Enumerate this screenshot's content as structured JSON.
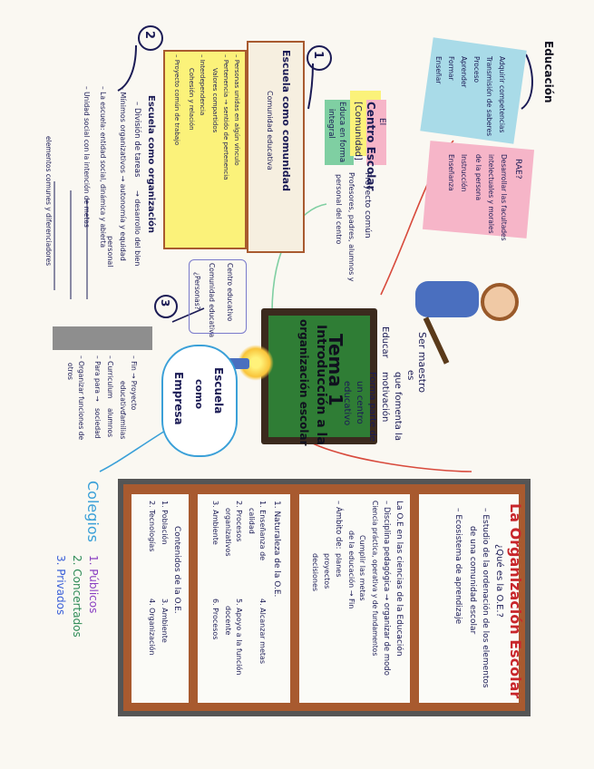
{
  "colors": {
    "board_green": "#2f7d35",
    "board_frame": "#3b2a1e",
    "shelf_wood": "#a85a2f",
    "shelf_panel": "#fbfbf7",
    "pink_note": "#f6b5c8",
    "blue_note": "#a9dbe8",
    "yellow_note": "#fbf27a",
    "green_arrow": "#7fcfa2",
    "ink": "#1b1b55",
    "red_arrow": "#d84a3c",
    "title_red": "#c8262b"
  },
  "title": {
    "line1": "Tema 1",
    "line2": "Introducción a la",
    "line3": "organización escolar"
  },
  "org": {
    "title": "La Organización Escolar",
    "q": "¿Qué es la O.E.?",
    "q1": "– Estudio de la ordenación de los elementos",
    "q2": "de una comunidad escolar",
    "q3": "– Ecosistema de aprendizaje",
    "p1": "La O.E en las ciencias de la Educación",
    "p2": "– Disciplina pedagógica → organizar de modo",
    "p3": "Ciencia práctica, operativa y de fundamentos",
    "p4": "Cumplir las metas",
    "p5": "de la educación → Fin",
    "p6": "– Ámbito de:",
    "p7a": "planes",
    "p7b": "proyectos",
    "p7c": "decisiones",
    "n1": "1. Naturaleza de la O.E.",
    "n2": "1. Enseñanza de",
    "n3": "calidad",
    "n4": "2. Procesos",
    "n5": "organizativos",
    "n6": "3. Ambiente",
    "n7": "4. Alcanzar metas",
    "n8": "5. Apoyo a la función",
    "n9": "docente",
    "n10": "6. Procesos",
    "c0": "Contenidos de la O.E.",
    "c1": "1. Población",
    "c2": "2. Tecnologías",
    "c3": "3. Ambiente",
    "c4": "4. Organización"
  },
  "colegios": {
    "label": "Colegios",
    "a": "1. Públicos",
    "b": "2. Concertados",
    "c": "3. Privados"
  },
  "educacion": {
    "label": "Educación",
    "blue1": "Adquirir competencias",
    "blue2": "Transmisión de saberes",
    "blue3": "Proceso",
    "blue4": "Aprender",
    "blue5": "Formar",
    "blue6": "Enseñar",
    "pink_q": "RAE?",
    "pink1": "Desarrollar las facultades",
    "pink2": "intelectuales y morales",
    "pink3": "de la persona",
    "pink4": "Instrucción",
    "pink5": "Enseñanza"
  },
  "maestro": {
    "l1": "Ser maestro",
    "l2": "es",
    "l3": "que fomenta la",
    "l4": "motivación",
    "l5": "Educar",
    "l6": "Forma parte de",
    "l7": "un centro",
    "l8": "educativo"
  },
  "centro": {
    "num": "1",
    "title1": "Centro Escolar",
    "title2": "El",
    "l1": "[Comunidad]",
    "l2": "Educa en forma",
    "l3": "integral",
    "l4": "Proyecto común",
    "l5": "Profesores, padres, alumnos y",
    "l6": "personal del centro"
  },
  "escuela": {
    "num": "2",
    "title": "Escuela como comunidad",
    "roof": "Comunidad educativa",
    "y1": "– Personas unidas en algún vínculo",
    "y2": "– Pertenencia → sentido de pertenencia",
    "y3": "Valores compartidos",
    "y4": "– Interdependencia",
    "y5": "Cohesión y relación",
    "y6": "– Proyecto común de trabajo",
    "org_title": "Escuela como organización",
    "o1": "– División de tareas",
    "o2": "– Mínimos organizativos → autonomía y equidad",
    "o3": "– La escuela: entidad social, dinámica y abierta",
    "o4": "– Unidad social con la intención de metas",
    "o5": "elementos comunes y diferenciadores",
    "o6": "→ desarrollo del bien",
    "o7": "personal"
  },
  "empresa": {
    "num": "3",
    "l1": "Escuela",
    "l2": "como",
    "l3": "Empresa",
    "c1": "Centro educativo",
    "c2": "Comunidad educativa",
    "c3": "¿Personas?",
    "e1": "– Fin → Proyecto",
    "e2": "educativo",
    "e3": "– Curriculum",
    "e4": "– Para para →",
    "e5": "alumnos",
    "e6": "sociedad",
    "e7": "familias",
    "e8": "– Organizar funciones de",
    "e9": "otros"
  }
}
